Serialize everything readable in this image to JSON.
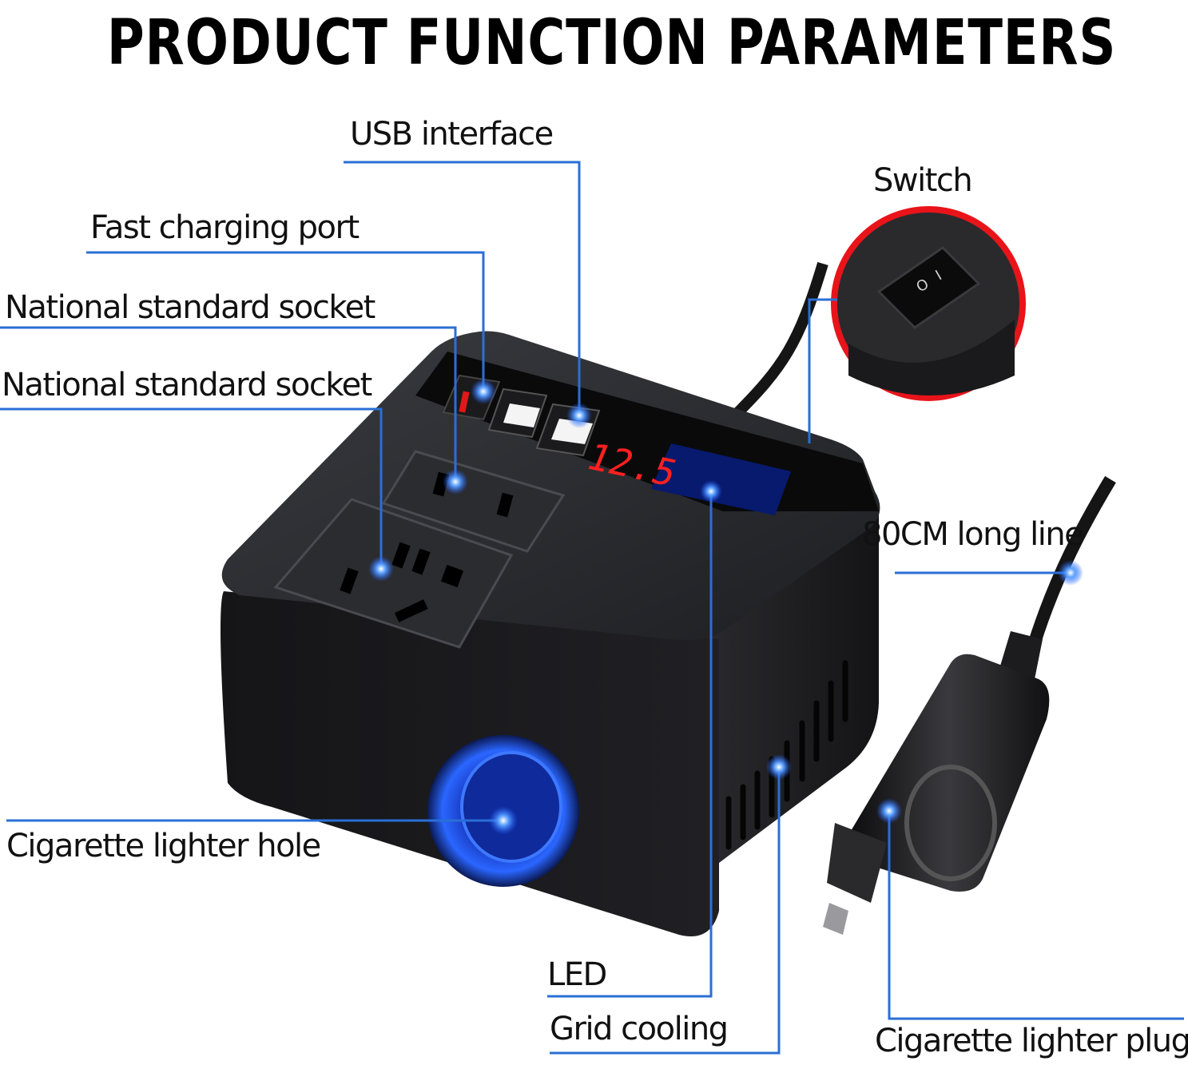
{
  "title": "PRODUCT FUNCTION PARAMETERS",
  "callouts": {
    "usb_interface": "USB interface",
    "fast_charging_port": "Fast charging port",
    "national_socket_1": "National standard socket",
    "national_socket_2": "National standard socket",
    "switch": "Switch",
    "long_line": "80CM long line",
    "cigarette_lighter_hole": "Cigarette lighter hole",
    "led": "LED",
    "grid_cooling": "Grid cooling",
    "cigarette_lighter_plug": "Cigarette lighter plug"
  },
  "display": {
    "reading": "12.5",
    "color": "#ff2020"
  },
  "switch_marks": {
    "off": "O",
    "on": "I"
  },
  "colors": {
    "leader": "#2a6fd6",
    "glow": "#1e5bff",
    "switch_ring": "#e8141a",
    "body": "#1c1c1f"
  }
}
